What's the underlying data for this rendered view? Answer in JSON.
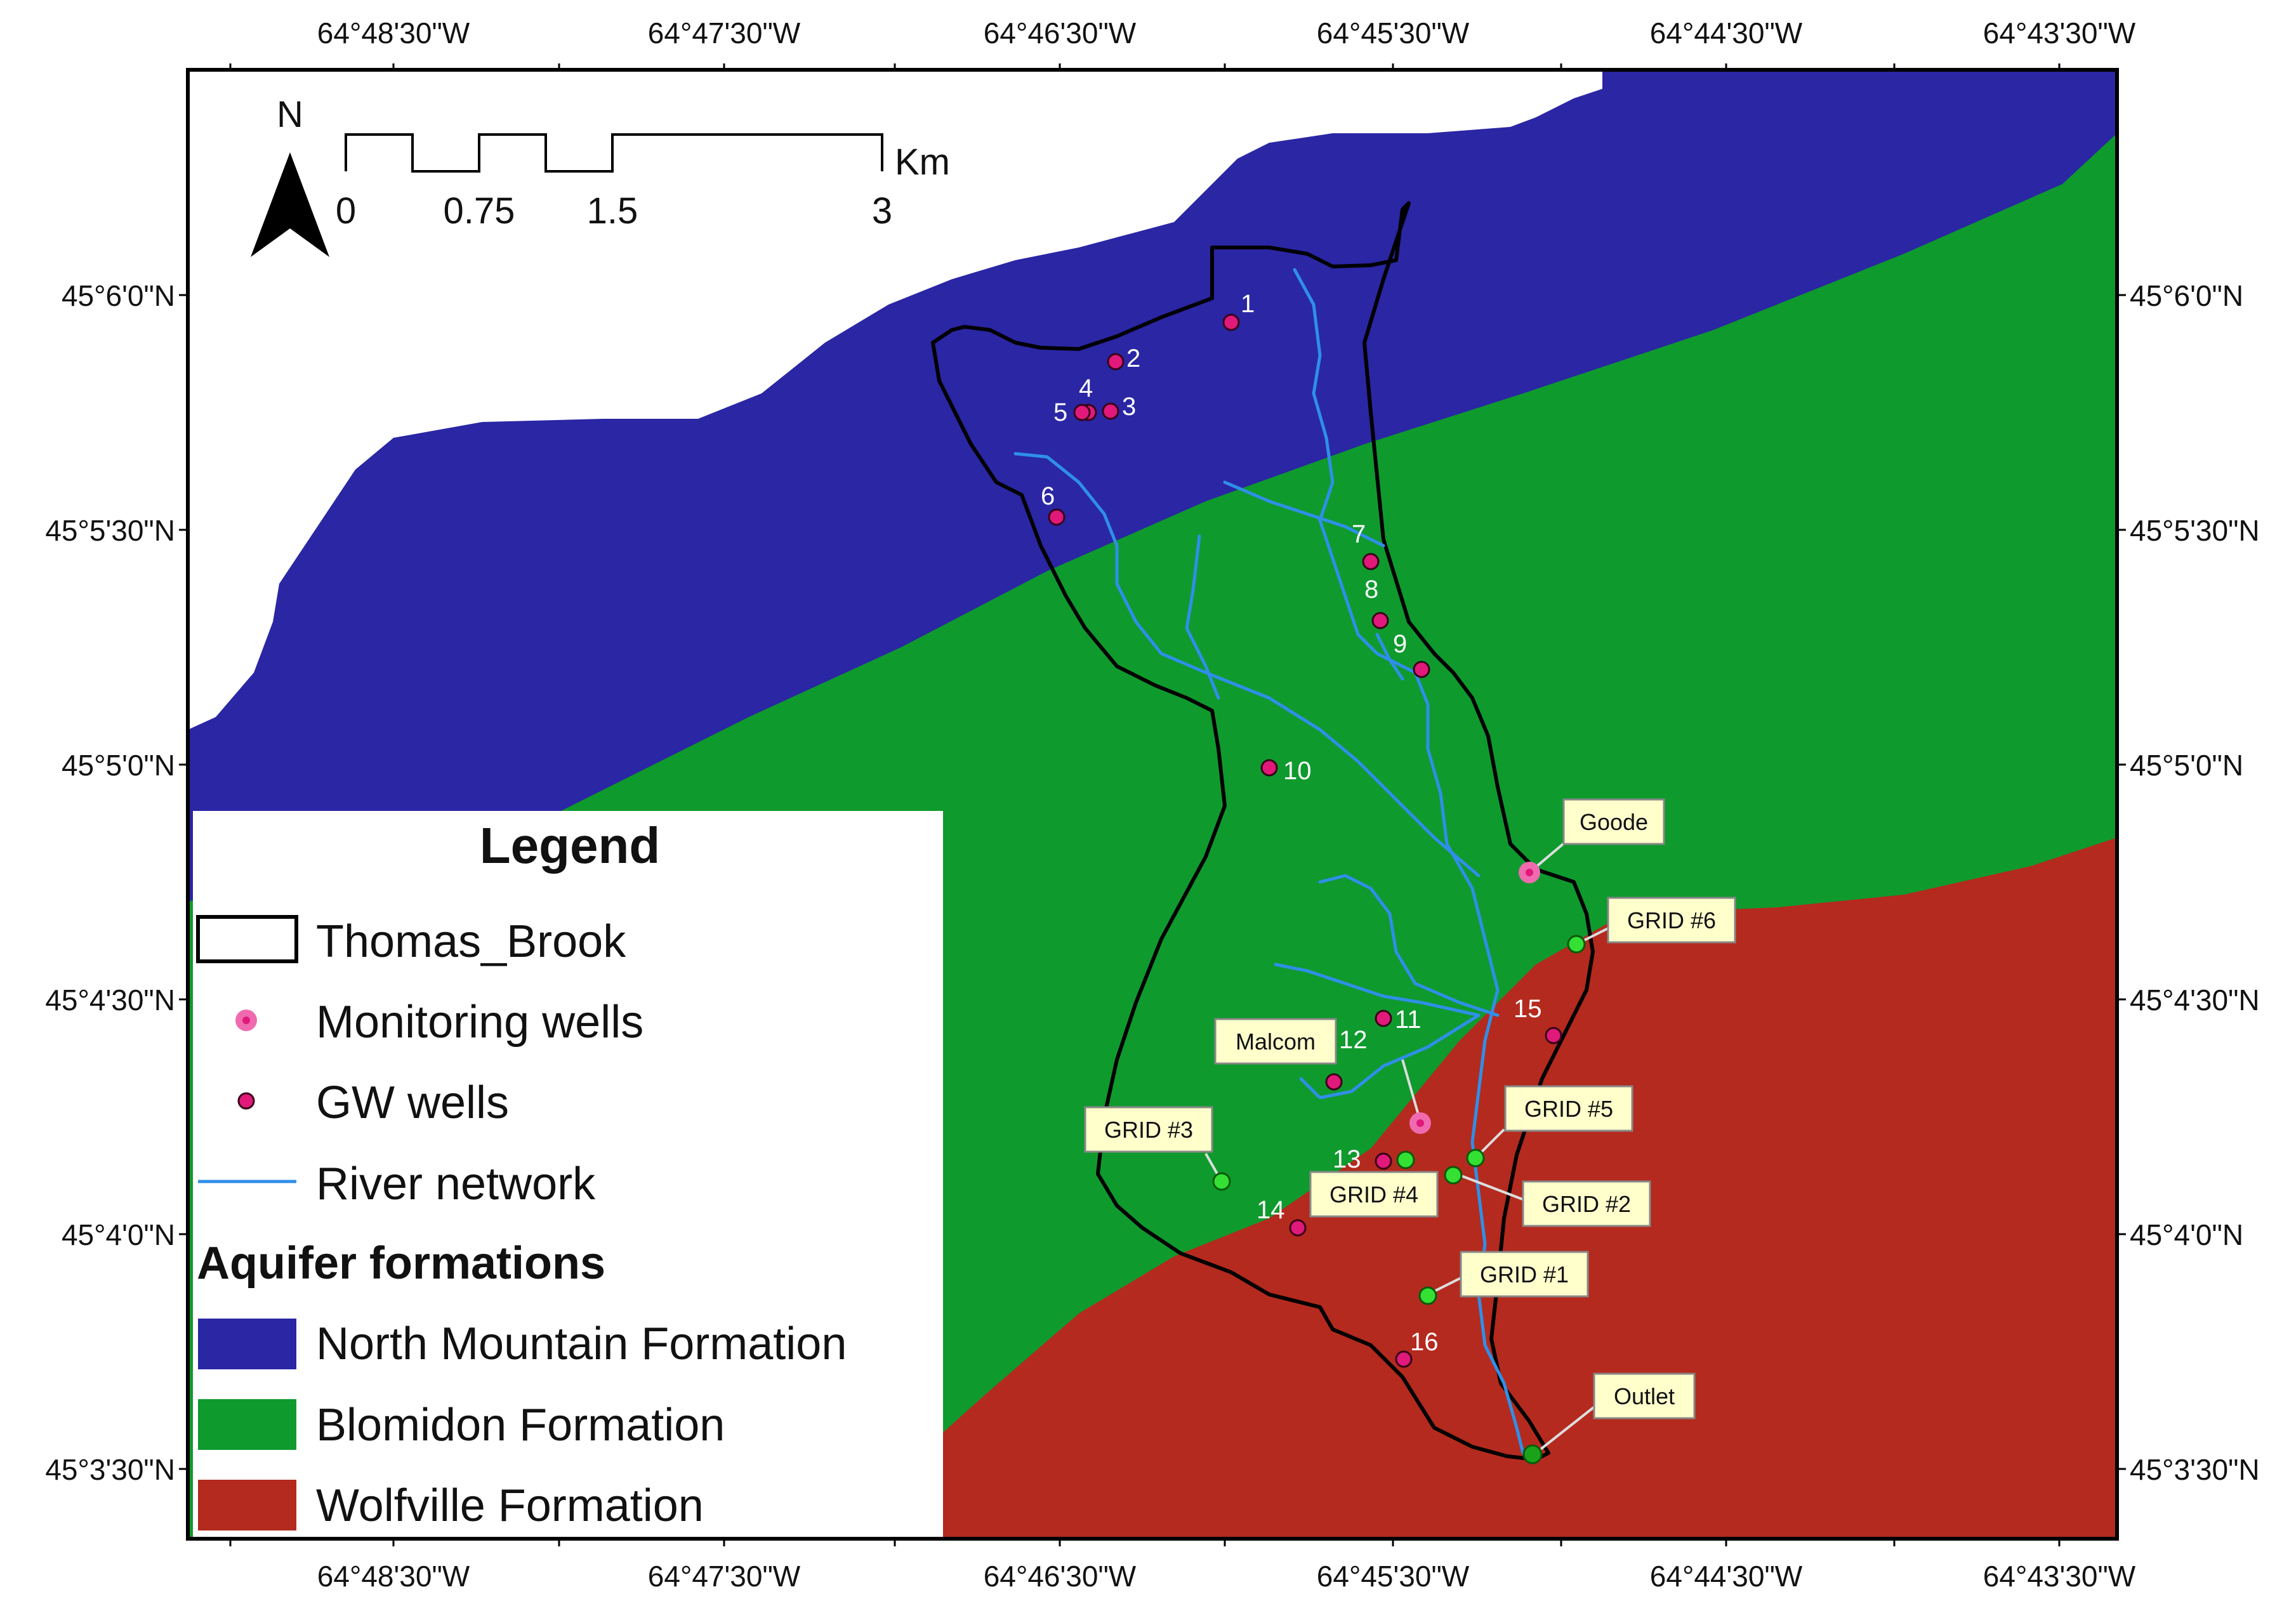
{
  "map": {
    "graticule": {
      "longitude_labels": [
        "64°48'30\"W",
        "64°47'30\"W",
        "64°46'30\"W",
        "64°45'30\"W",
        "64°44'30\"W",
        "64°43'30\"W"
      ],
      "latitude_labels": [
        "45°6'0\"N",
        "45°5'30\"N",
        "45°5'0\"N",
        "45°4'30\"N",
        "45°4'0\"N",
        "45°3'30\"N"
      ]
    },
    "north_arrow": {
      "label": "N"
    },
    "scale_bar": {
      "ticks": [
        "0",
        "0.75",
        "1.5",
        "3"
      ],
      "unit": "Km"
    },
    "gw_wells": [
      "1",
      "2",
      "3",
      "4",
      "5",
      "6",
      "7",
      "8",
      "9",
      "10",
      "11",
      "12",
      "13",
      "14",
      "15",
      "16"
    ],
    "callouts": {
      "goode": "Goode",
      "malcom": "Malcom",
      "grid1": "GRID #1",
      "grid2": "GRID #2",
      "grid3": "GRID #3",
      "grid4": "GRID #4",
      "grid5": "GRID #5",
      "grid6": "GRID #6",
      "outlet": "Outlet"
    },
    "legend": {
      "title": "Legend",
      "items": {
        "watershed": "Thomas_Brook",
        "monitoring": "Monitoring wells",
        "gw": "GW wells",
        "river": "River network"
      },
      "aquifer_title": "Aquifer formations",
      "formations": {
        "north": "North Mountain Formation",
        "blomidon": "Blomidon Formation",
        "wolfville": "Wolfville Formation"
      }
    },
    "colors": {
      "north_mountain": "#2a26a4",
      "blomidon": "#0f9a2e",
      "wolfville": "#b42a1e",
      "river": "#2f8fe8",
      "watershed": "#000000",
      "gw_well": "#e0197a",
      "grid_site": "#33e033",
      "callout_fill": "#ffffcc"
    }
  }
}
